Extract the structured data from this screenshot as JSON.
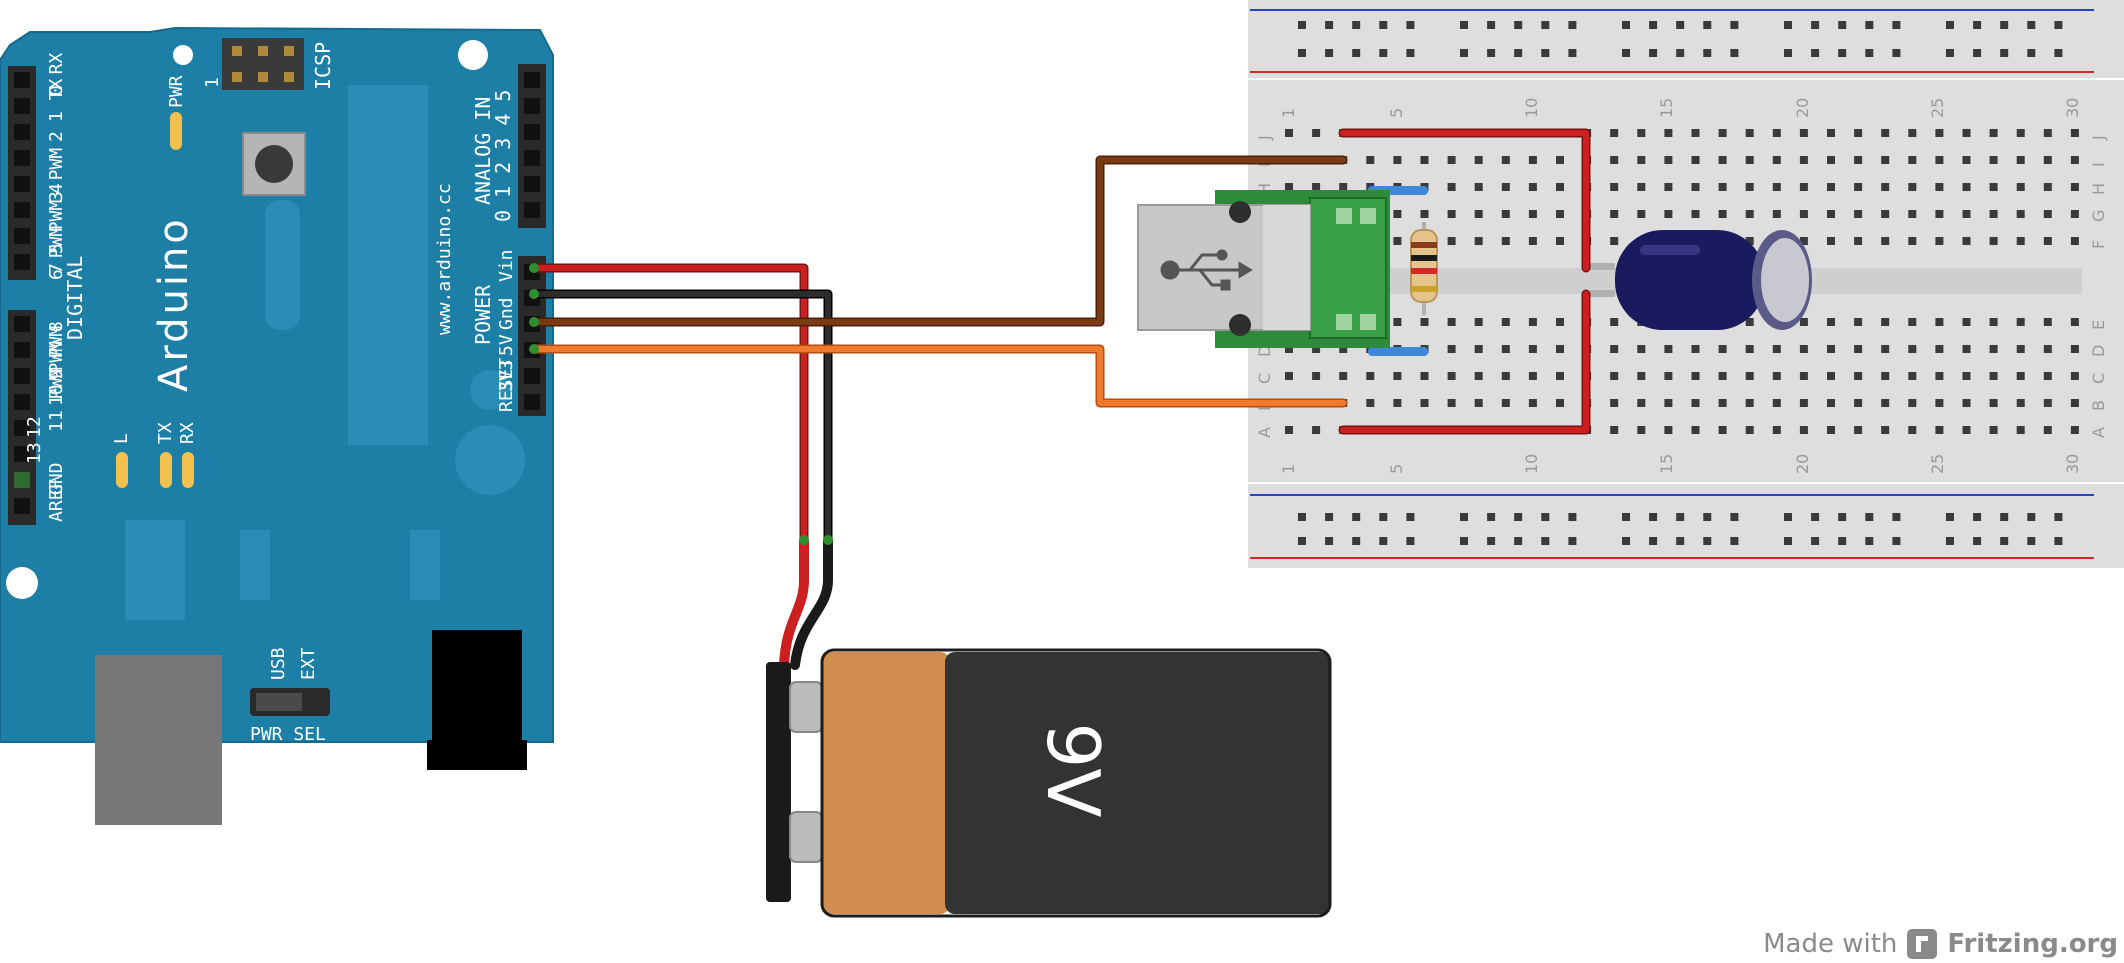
{
  "arduino": {
    "brand": "Arduino",
    "url": "www.arduino.cc",
    "digital_label": "DIGITAL",
    "analog_label": "ANALOG IN",
    "power_label": "POWER",
    "icsp_label": "ICSP",
    "pwr_label": "PWR",
    "pwr_sel_label": "PWR SEL",
    "usb_label": "USB",
    "ext_label": "EXT",
    "l_label": "L",
    "tx_label": "TX",
    "rx_label": "RX",
    "gnd_label": "GND",
    "aref_label": "AREF",
    "one_label": "1",
    "pins_top": [
      "0 RX",
      "1 TX",
      "2",
      "3 PWM",
      "4",
      "5 PWM",
      "6 PWM",
      "7"
    ],
    "pins_bottom": [
      "8",
      "9 PWM",
      "10 PWM",
      "11 PWM",
      "12",
      "13"
    ],
    "power_pins": [
      "Vin",
      "Gnd",
      "5V",
      "3V3",
      "RESET"
    ],
    "analog_pins": "0 1 2 3 4 5"
  },
  "breadboard": {
    "column_numbers": [
      "1",
      "5",
      "10",
      "15",
      "20",
      "25",
      "30"
    ],
    "row_letters_top": [
      "J",
      "I",
      "H",
      "G",
      "F"
    ],
    "row_letters_bottom": [
      "E",
      "D",
      "C",
      "B",
      "A"
    ]
  },
  "battery": {
    "label": "9V"
  },
  "footer": {
    "made_with": "Made with",
    "brand": "Fritzing.org"
  },
  "colors": {
    "arduino_board": "#1d7ea6",
    "wire_red": "#cc1f1f",
    "wire_black": "#262626",
    "wire_brown": "#7a3b13",
    "wire_orange": "#f07a2e",
    "breadboard": "#dedede",
    "pcb_green": "#2e8b3a",
    "capacitor": "#1a1a5e",
    "battery_copper": "#d18c4f",
    "battery_body": "#333333"
  }
}
